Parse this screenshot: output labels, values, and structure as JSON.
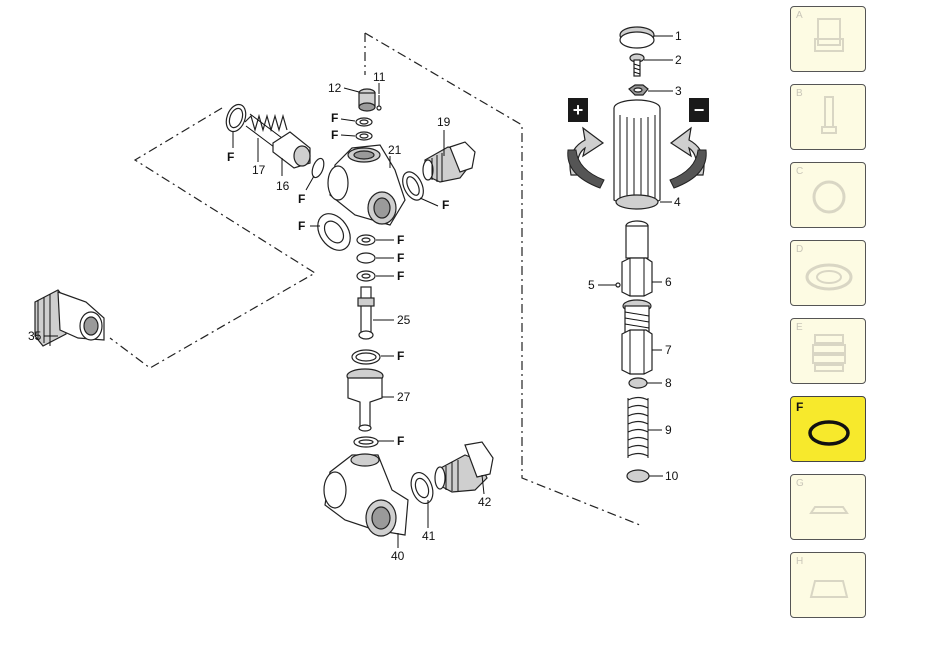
{
  "callouts": {
    "p1": "1",
    "p2": "2",
    "p3": "3",
    "p4": "4",
    "p5": "5",
    "p6": "6",
    "p7": "7",
    "p8": "8",
    "p9": "9",
    "p10": "10",
    "p11": "11",
    "p12": "12",
    "p16": "16",
    "p17": "17",
    "p19": "19",
    "p21": "21",
    "p25": "25",
    "p27": "27",
    "p35": "35",
    "p40": "40",
    "p41": "41",
    "p42": "42",
    "f": "F"
  },
  "adjust": {
    "increase": "+",
    "decrease": "−"
  },
  "categories": [
    {
      "letter": "A",
      "icon": "valve-body-icon",
      "active": false
    },
    {
      "letter": "B",
      "icon": "piston-pin-icon",
      "active": false
    },
    {
      "letter": "C",
      "icon": "o-ring-icon",
      "active": false
    },
    {
      "letter": "D",
      "icon": "seal-ring-icon",
      "active": false
    },
    {
      "letter": "E",
      "icon": "packing-stack-icon",
      "active": false
    },
    {
      "letter": "F",
      "icon": "o-ring-icon",
      "active": true
    },
    {
      "letter": "G",
      "icon": "gasket-flat-icon",
      "active": false
    },
    {
      "letter": "H",
      "icon": "gasket-block-icon",
      "active": false
    }
  ],
  "colors": {
    "active_tile": "#f7e92c",
    "tile": "#fdfbe3",
    "outline": "#222222"
  }
}
